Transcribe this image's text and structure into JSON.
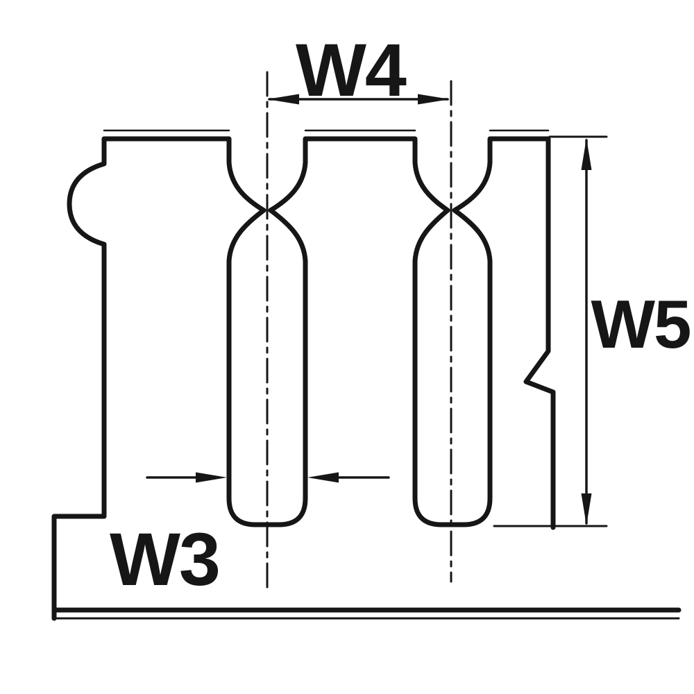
{
  "page": {
    "background": "#ffffff",
    "ink": "#161616"
  },
  "figure": {
    "labels": {
      "w3": "W3",
      "w4": "W4",
      "w5": "W5"
    }
  }
}
